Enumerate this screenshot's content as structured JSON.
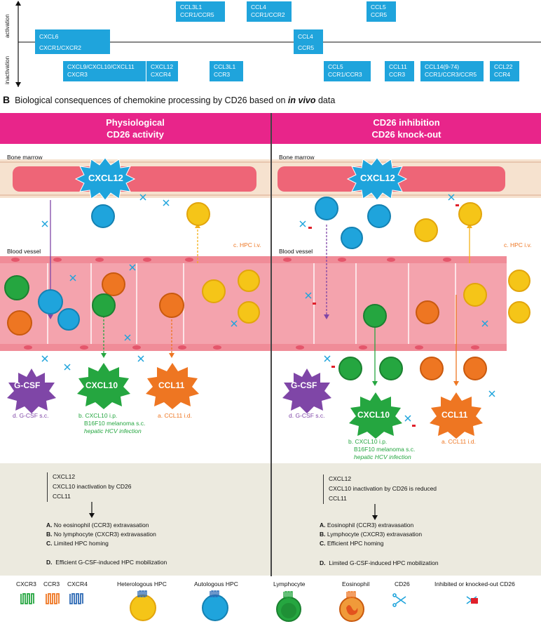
{
  "panelA": {
    "axis_activation": "activation",
    "axis_inactivation": "inactivation",
    "boxes_top": [
      {
        "l1": "CCL3L1",
        "l2": "CCR1/CCR5"
      },
      {
        "l1": "CCL4",
        "l2": "CCR1/CCR2"
      },
      {
        "l1": "CCL5",
        "l2": "CCR5"
      }
    ],
    "boxes_mid": [
      {
        "l1": "CXCL6",
        "l2": "CXCR1/CXCR2"
      },
      {
        "l1": "CCL4",
        "l2": "CCR5"
      }
    ],
    "boxes_bottom": [
      {
        "l1": "CXCL9/CXCL10/CXCL11",
        "l2": "CXCR3"
      },
      {
        "l1": "CXCL12",
        "l2": "CXCR4"
      },
      {
        "l1": "CCL3L1",
        "l2": "CCR3"
      },
      {
        "l1": "CCL5",
        "l2": "CCR1/CCR3"
      },
      {
        "l1": "CCL11",
        "l2": "CCR3"
      },
      {
        "l1": "CCL14(9-74)",
        "l2": "CCR1/CCR3/CCR5"
      },
      {
        "l1": "CCL22",
        "l2": "CCR4"
      }
    ]
  },
  "panelB": {
    "letter": "B",
    "title_pre": "Biological consequences of chemokine processing by CD26 based on ",
    "title_em": "in vivo",
    "title_post": " data",
    "left_header_1": "Physiological",
    "left_header_2": "CD26 activity",
    "right_header_1": "CD26 inhibition",
    "right_header_2": "CD26 knock-out",
    "bone_marrow": "Bone marrow",
    "blood_vessel": "Blood vessel",
    "cxcl12": "CXCL12",
    "hpc_iv": "c. HPC i.v.",
    "gcsf": "G-CSF",
    "gcsf_sc": "d. G-CSF s.c.",
    "cxcl10": "CXCL10",
    "ccl11": "CCL11",
    "b_label_1": "b. CXCL10 i.p.",
    "b_label_2": "B16F10 melanoma s.c.",
    "b_label_3": "hepatic HCV infection",
    "a_label": "a. CCL11 i.d.",
    "left_summary": {
      "items": [
        "CXCL12",
        "CXCL10 inactivation by CD26",
        "CCL11"
      ],
      "A_key": "A.",
      "A": "No eosinophil (CCR3) extravasation",
      "B_key": "B.",
      "B": "No lymphocyte (CXCR3) extravasation",
      "C_key": "C.",
      "C": "Limited HPC homing",
      "D_key": "D.",
      "D": "Efficient G-CSF-induced HPC mobilization"
    },
    "right_summary": {
      "items": [
        "CXCL12",
        "CXCL10 inactivation by CD26 is reduced",
        "CCL11"
      ],
      "A_key": "A.",
      "A": "Eosinophil (CCR3) extravasation",
      "B_key": "B.",
      "B": "Lymphocyte (CXCR3) extravasation",
      "C_key": "C.",
      "C": "Efficient HPC homing",
      "D_key": "D.",
      "D": "Limited G-CSF-induced HPC mobilization"
    },
    "legend": {
      "cxcr3": "CXCR3",
      "ccr3": "CCR3",
      "cxcr4": "CXCR4",
      "het_hpc": "Heterologous HPC",
      "auto_hpc": "Autologous HPC",
      "lymph": "Lymphocyte",
      "eos": "Eosinophil",
      "cd26": "CD26",
      "inhib": "Inhibited or knocked-out CD26"
    }
  },
  "colors": {
    "blue_box": "#1fa4dc",
    "pink": "#e8258a",
    "vessel": "#f4a3ad",
    "marrow": "#ee6577",
    "beige": "#eceadf",
    "green": "#25a640",
    "orange": "#ee7622",
    "purple": "#7f46a7",
    "yellow": "#f5c518"
  }
}
